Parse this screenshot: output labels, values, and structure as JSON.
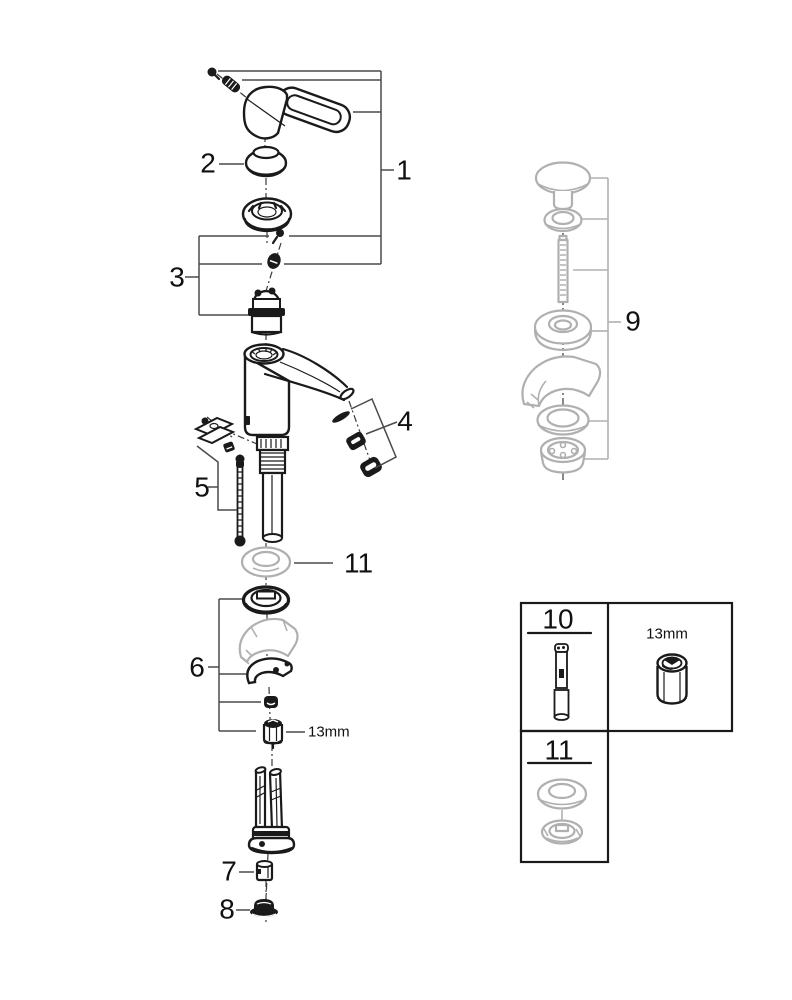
{
  "colors": {
    "line": "#1a1a1a",
    "grey_parts": "#b0b0b0",
    "leader_lines": "#4a4a4a",
    "background": "#ffffff"
  },
  "callouts": {
    "p1": "1",
    "p2": "2",
    "p3": "3",
    "p4": "4",
    "p5": "5",
    "p6": "6",
    "p7": "7",
    "p8": "8",
    "p9": "9",
    "p11": "11",
    "size": "13mm"
  },
  "detail_box": {
    "tool_number": "10",
    "tool_size": "13mm",
    "washer_number": "11"
  }
}
